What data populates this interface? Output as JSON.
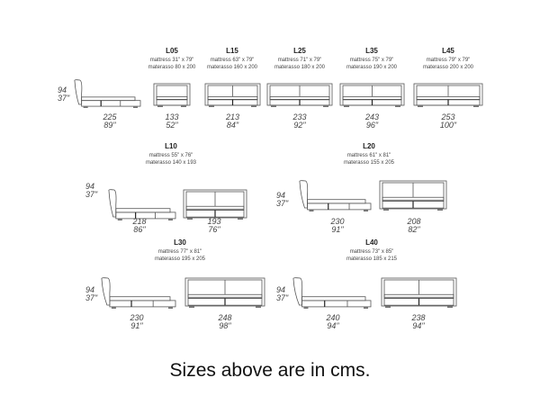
{
  "caption": "Sizes above are in cms.",
  "side_height": {
    "cm": "94",
    "in": "37\""
  },
  "row1_side": {
    "cm": "225",
    "in": "89\""
  },
  "models": {
    "L05": {
      "name": "L05",
      "mattress": "mattress 31\" x 79\"",
      "materasso": "materasso 80 x 200",
      "cm": "133",
      "in": "52\""
    },
    "L15": {
      "name": "L15",
      "mattress": "mattress 63\" x 79\"",
      "materasso": "materasso 160 x 200",
      "cm": "213",
      "in": "84\""
    },
    "L25": {
      "name": "L25",
      "mattress": "mattress 71\" x 79\"",
      "materasso": "materasso 180 x 200",
      "cm": "233",
      "in": "92\""
    },
    "L35": {
      "name": "L35",
      "mattress": "mattress 75\" x 79\"",
      "materasso": "materasso 190 x 200",
      "cm": "243",
      "in": "96\""
    },
    "L45": {
      "name": "L45",
      "mattress": "mattress 79\" x 79\"",
      "materasso": "materasso 200 x 200",
      "cm": "253",
      "in": "100\""
    },
    "L10": {
      "name": "L10",
      "mattress": "mattress 55\" x 76\"",
      "materasso": "materasso 140 x 193",
      "side_cm": "218",
      "side_in": "86\"",
      "cm": "193",
      "in": "76\""
    },
    "L20": {
      "name": "L20",
      "mattress": "mattress 61\" x 81\"",
      "materasso": "materasso 155 x 205",
      "side_cm": "230",
      "side_in": "91\"",
      "cm": "208",
      "in": "82\""
    },
    "L30": {
      "name": "L30",
      "mattress": "mattress 77\" x 81\"",
      "materasso": "materasso 195 x 205",
      "side_cm": "230",
      "side_in": "91\"",
      "cm": "248",
      "in": "98\""
    },
    "L40": {
      "name": "L40",
      "mattress": "mattress 73\" x 85\"",
      "materasso": "materasso 185 x 215",
      "side_cm": "240",
      "side_in": "94\"",
      "cm": "238",
      "in": "94\""
    }
  }
}
